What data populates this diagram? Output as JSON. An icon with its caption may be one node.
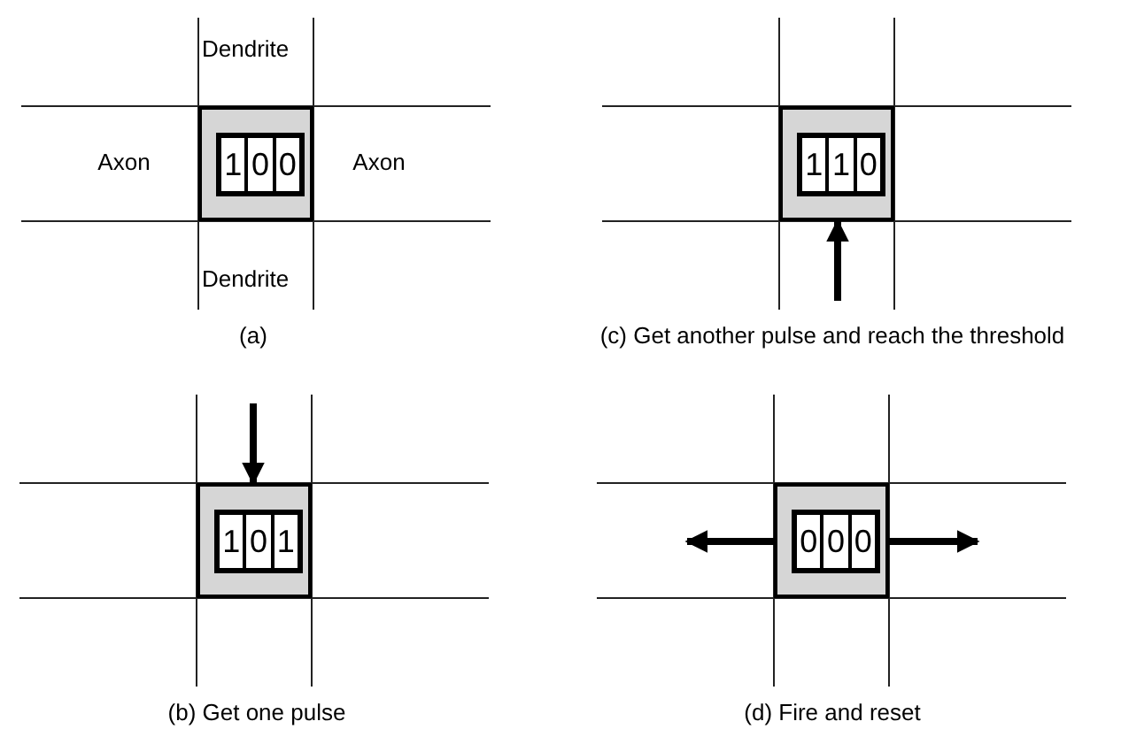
{
  "diagram": {
    "nodes": [
      {
        "text": [],
        "shape": "box"
      },
      {
        "text": [],
        "shape": "box",
        "in": 0
      },
      {
        "text": [
          "1"
        ],
        "in": 1
      },
      {
        "text": [
          "0"
        ],
        "in": 1
      },
      {
        "text": [
          "0"
        ],
        "in": 1
      },
      {
        "text": [],
        "shape": "box"
      },
      {
        "text": [],
        "shape": "box",
        "in": 5
      },
      {
        "text": [
          "1"
        ],
        "in": 6
      },
      {
        "text": [
          "1"
        ],
        "in": 6
      },
      {
        "text": [
          "0"
        ],
        "in": 6
      },
      {
        "text": [],
        "shape": "box"
      },
      {
        "text": [],
        "shape": "box",
        "in": 10
      },
      {
        "text": [
          "1"
        ],
        "in": 11
      },
      {
        "text": [
          "0"
        ],
        "in": 11
      },
      {
        "text": [
          "1"
        ],
        "in": 11
      },
      {
        "text": [],
        "shape": "box"
      },
      {
        "text": [],
        "shape": "box",
        "in": 15
      },
      {
        "text": [
          "0"
        ],
        "in": 16
      },
      {
        "text": [
          "0"
        ],
        "in": 16
      },
      {
        "text": [
          "0"
        ],
        "in": 16
      }
    ],
    "edges": [
      {
        "from": null,
        "to": 5,
        "arrow": "to"
      },
      {
        "from": null,
        "to": 10,
        "arrow": "to"
      },
      {
        "from": 15,
        "to": null,
        "arrow": "to"
      },
      {
        "from": 15,
        "to": null,
        "arrow": "to"
      }
    ],
    "labels": [
      "Dendrite",
      "Axon",
      "Axon",
      "Dendrite",
      "(a)",
      "(c) Get another pulse and reach the threshold",
      "(b) Get one pulse",
      "(d) Fire and reset"
    ]
  }
}
